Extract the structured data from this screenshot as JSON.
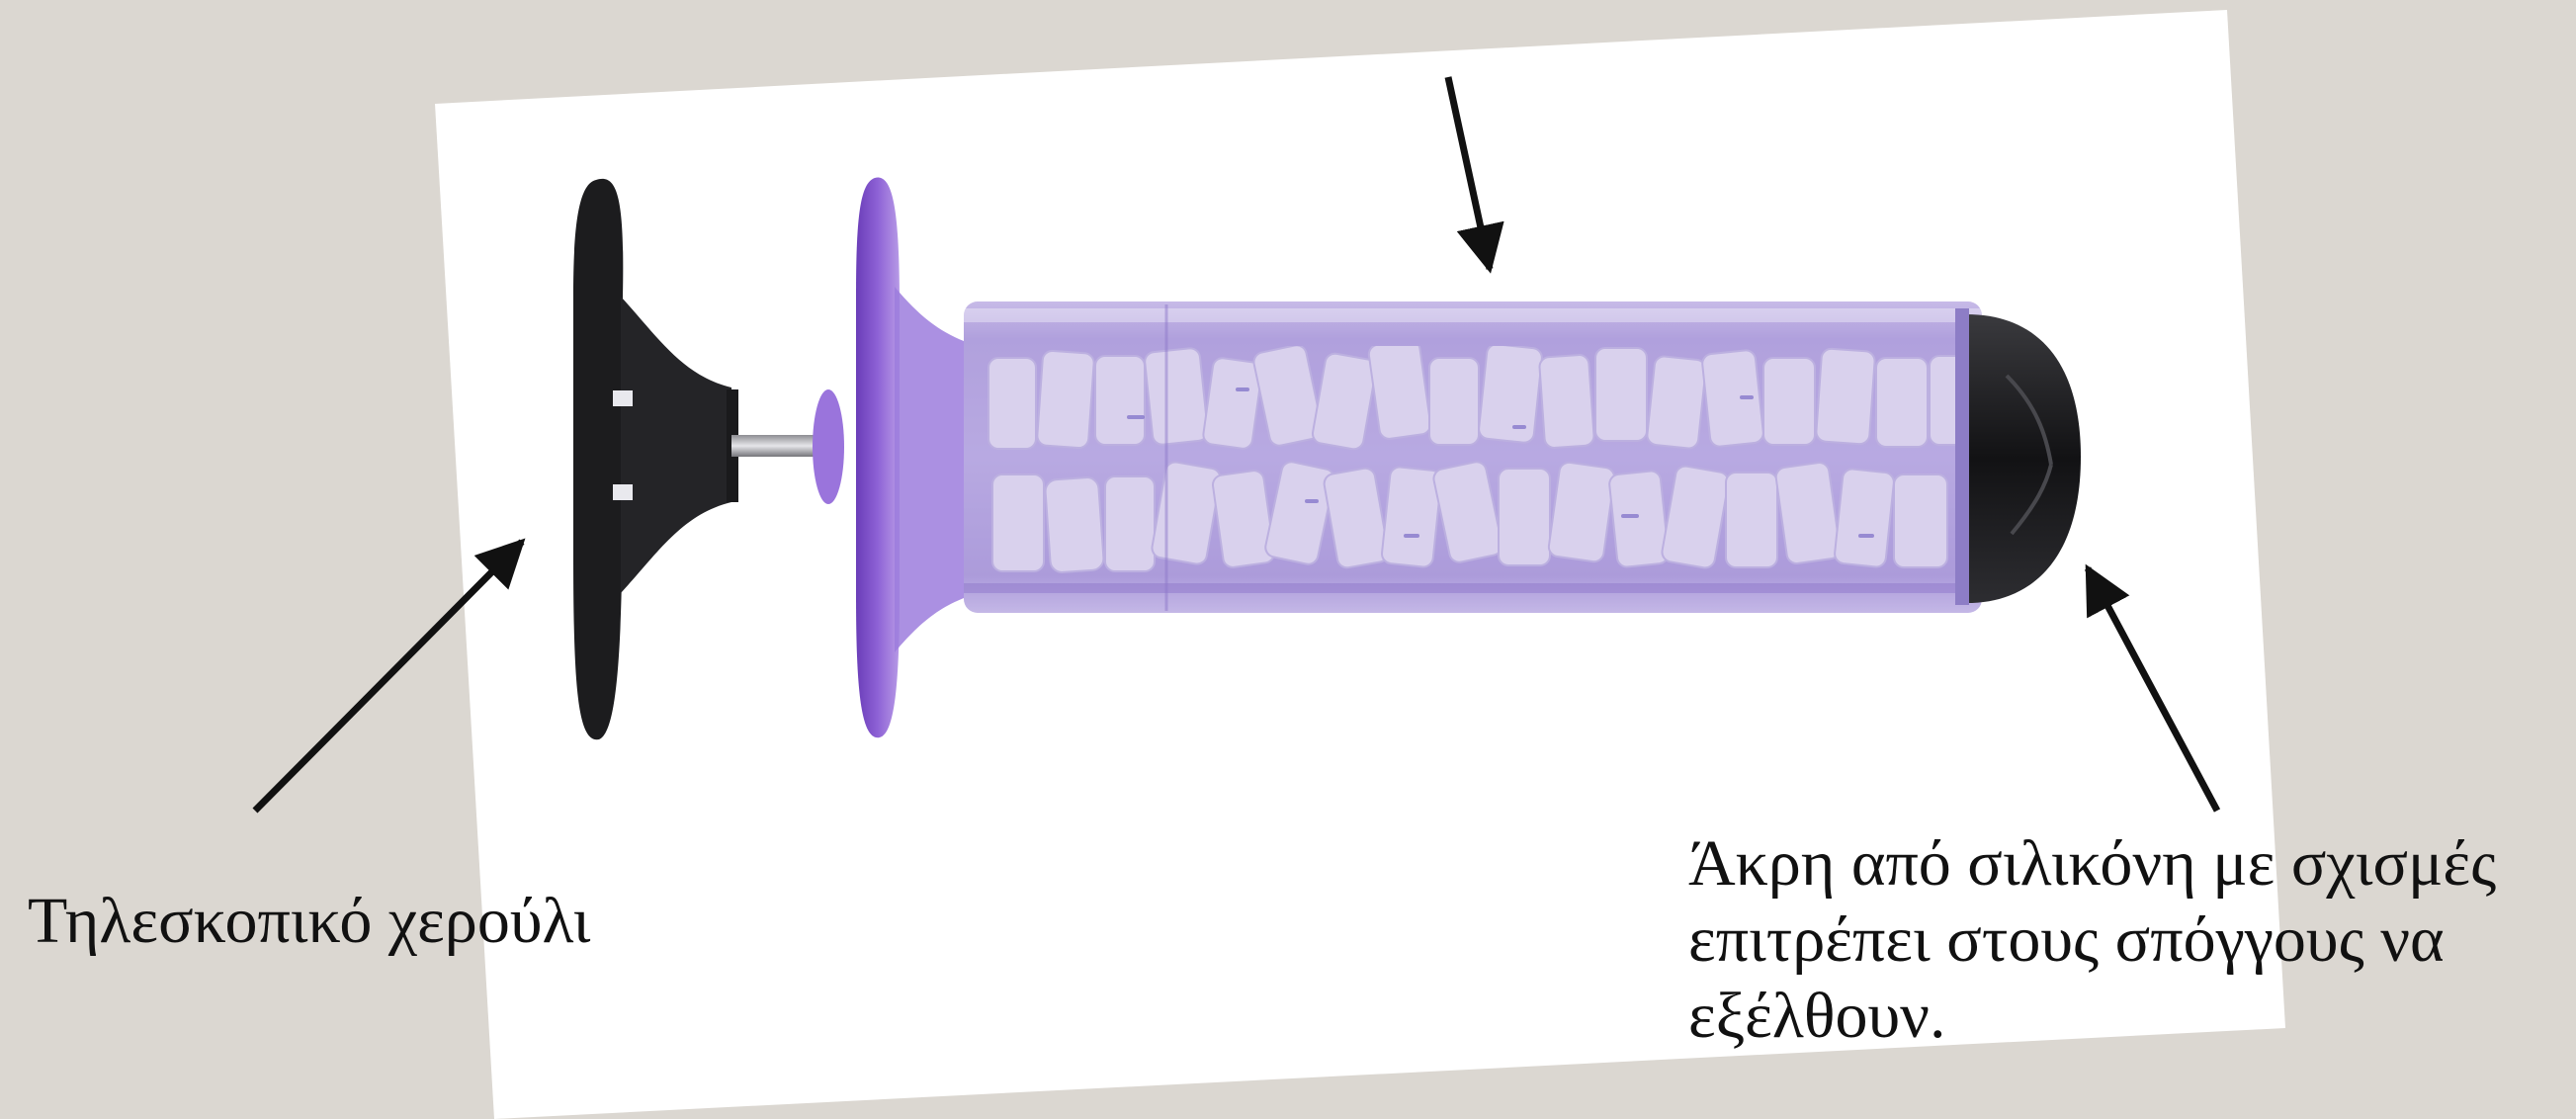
{
  "annotations": {
    "handle_label": "Τηλεσκοπικό χερούλι",
    "tip_label_lines": [
      "Άκρη από σιλικόνη με σχισμές",
      "επιτρέπει στους σπόγγους να",
      "εξέλθουν."
    ]
  },
  "colors": {
    "background": "#dbd7d1",
    "photo_card": "#ffffff",
    "barrel": "#b9abdf",
    "barrel_edge": "#8a72c7",
    "flange": "#7d4fc8",
    "handle": "#1c1c1e",
    "sponge": "#f1eff6",
    "arrow": "#111111"
  }
}
